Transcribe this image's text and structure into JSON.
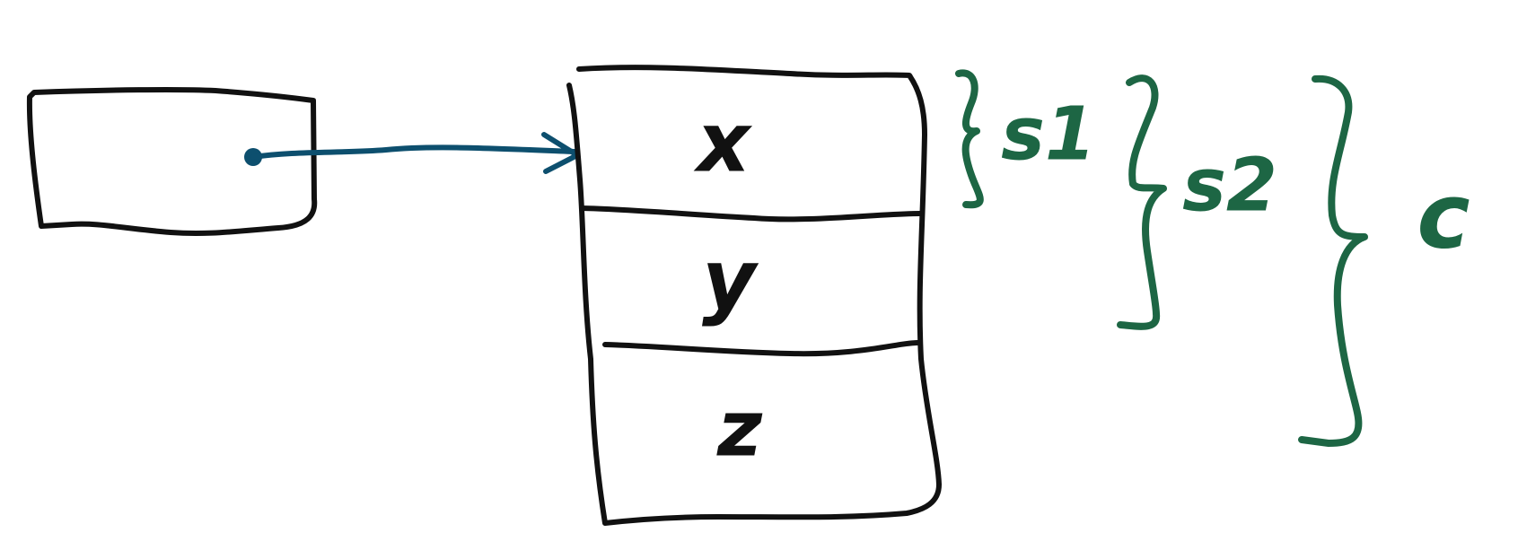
{
  "colors": {
    "ink": "#111111",
    "pointer": "#0d4f6e",
    "brace": "#1d6644"
  },
  "stack": {
    "cells": [
      {
        "label": "x"
      },
      {
        "label": "y"
      },
      {
        "label": "z"
      }
    ]
  },
  "braces": [
    {
      "label": "s1"
    },
    {
      "label": "s2"
    },
    {
      "label": "c"
    }
  ]
}
